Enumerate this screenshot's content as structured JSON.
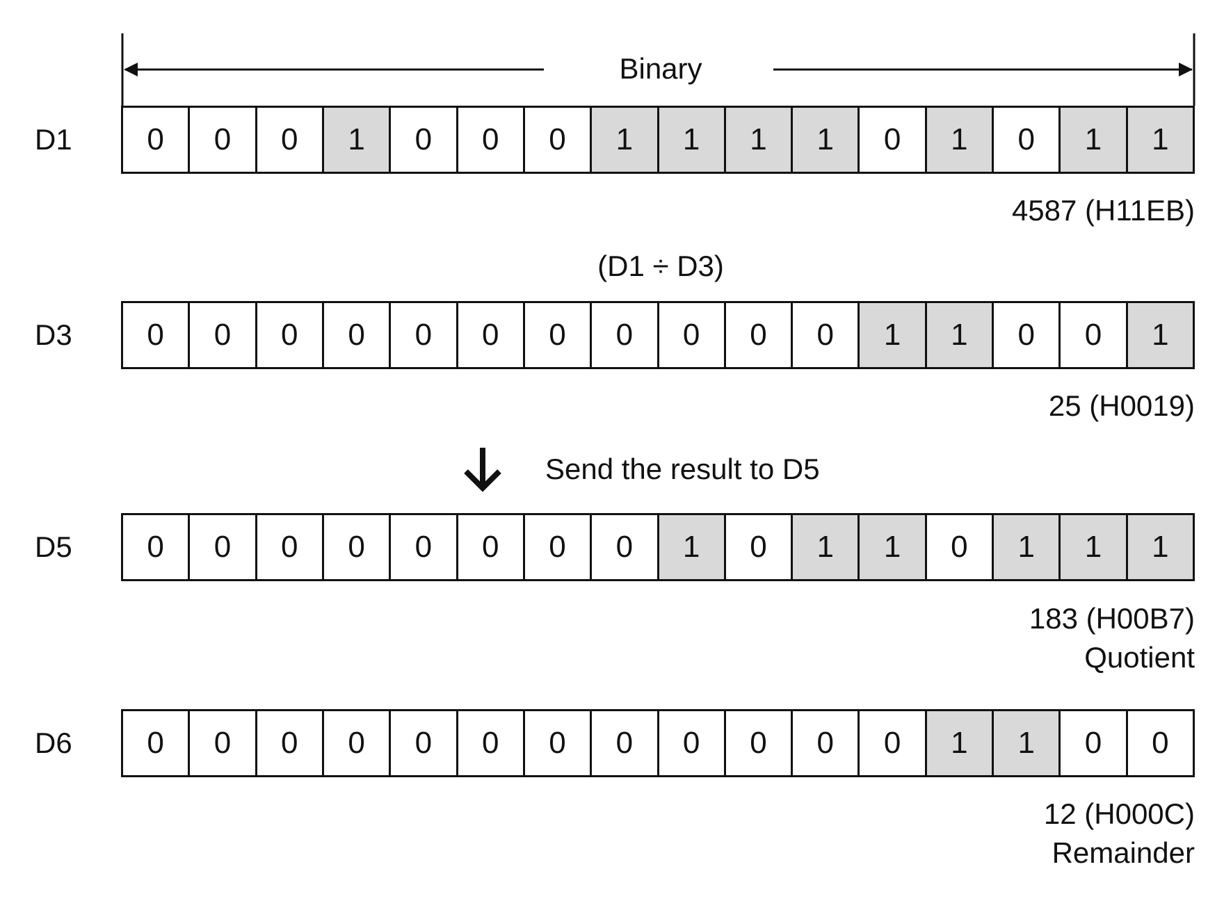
{
  "header": {
    "label": "Binary"
  },
  "operation": "(D1 ÷ D3)",
  "transfer": {
    "label": "Send the result to D5",
    "icon": "down-arrow-icon"
  },
  "registers": [
    {
      "name": "D1",
      "bits": [
        0,
        0,
        0,
        1,
        0,
        0,
        0,
        1,
        1,
        1,
        1,
        0,
        1,
        0,
        1,
        1
      ],
      "value": "4587 (H11EB)",
      "caption": ""
    },
    {
      "name": "D3",
      "bits": [
        0,
        0,
        0,
        0,
        0,
        0,
        0,
        0,
        0,
        0,
        0,
        1,
        1,
        0,
        0,
        1
      ],
      "value": "25 (H0019)",
      "caption": ""
    },
    {
      "name": "D5",
      "bits": [
        0,
        0,
        0,
        0,
        0,
        0,
        0,
        0,
        1,
        0,
        1,
        1,
        0,
        1,
        1,
        1
      ],
      "value": "183 (H00B7)",
      "caption": "Quotient"
    },
    {
      "name": "D6",
      "bits": [
        0,
        0,
        0,
        0,
        0,
        0,
        0,
        0,
        0,
        0,
        0,
        0,
        1,
        1,
        0,
        0
      ],
      "value": "12 (H000C)",
      "caption": "Remainder"
    }
  ],
  "colors": {
    "set_bit_fill": "#d9d9d9",
    "clear_bit_fill": "#ffffff",
    "line": "#111111"
  }
}
